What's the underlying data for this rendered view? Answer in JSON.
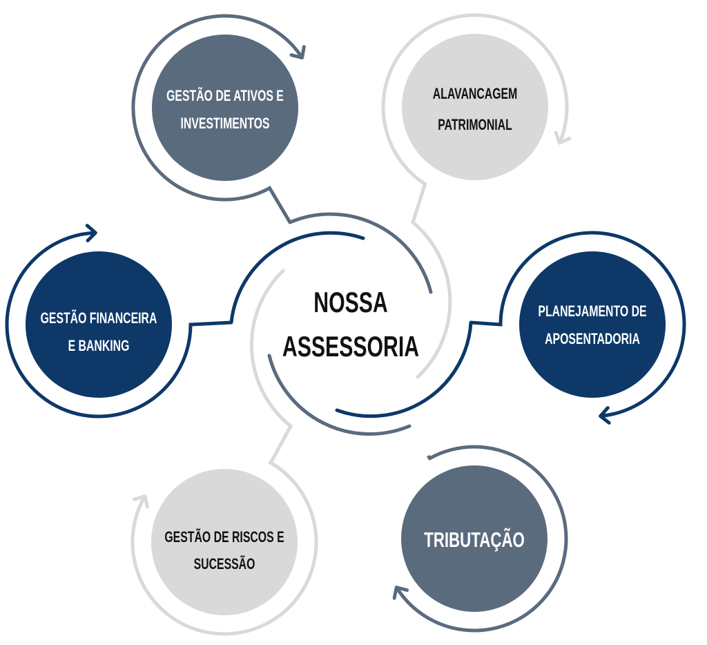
{
  "colors": {
    "navy": "#0d3868",
    "slate": "#5b6b7e",
    "gray": "#d9d9d9",
    "text_dark": "#111111",
    "text_light": "#ffffff"
  },
  "center": {
    "line1": "NOSSA",
    "line2": "ASSESSORIA"
  },
  "nodes": [
    {
      "id": "gestao-ativos",
      "lines": [
        "GESTÃO DE ATIVOS E",
        "INVESTIMENTOS"
      ],
      "tone": "slate"
    },
    {
      "id": "alavancagem",
      "lines": [
        "ALAVANCAGEM",
        "PATRIMONIAL"
      ],
      "tone": "gray"
    },
    {
      "id": "gestao-financeira",
      "lines": [
        "GESTÃO FINANCEIRA",
        "E BANKING"
      ],
      "tone": "navy"
    },
    {
      "id": "planejamento",
      "lines": [
        "PLANEJAMENTO DE",
        "APOSENTADORIA"
      ],
      "tone": "navy"
    },
    {
      "id": "tributacao",
      "lines": [
        "TRIBUTAÇÃO"
      ],
      "tone": "slate"
    },
    {
      "id": "gestao-riscos",
      "lines": [
        "GESTÃO DE RISCOS E",
        "SUCESSÃO"
      ],
      "tone": "gray"
    }
  ]
}
